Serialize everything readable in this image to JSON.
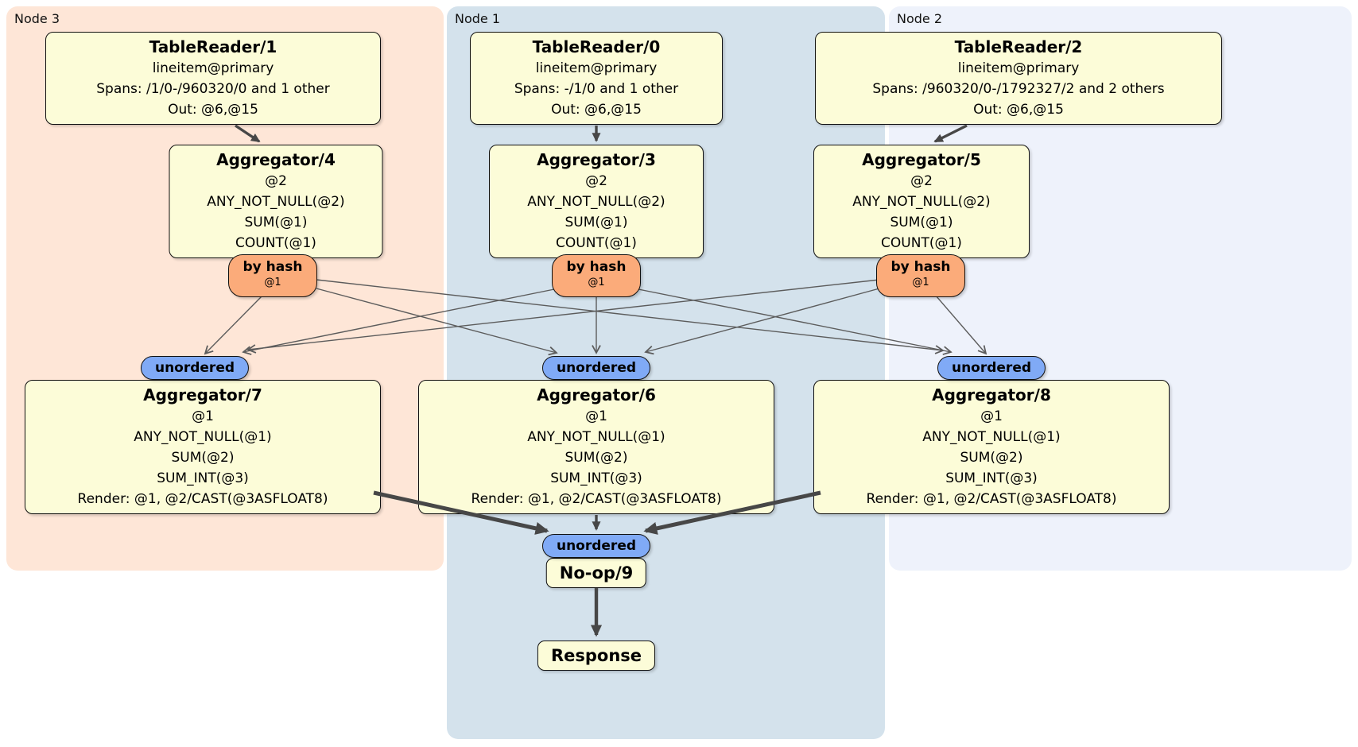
{
  "colors": {
    "node3_bg": "#fee6d7",
    "node1_bg": "#d4e2ec",
    "node2_bg": "#eef2fb",
    "box_bg": "#fcfcd8",
    "router_bg": "#fbab7a",
    "stream_bg": "#80aaf6",
    "edge_thin": "#5c5c5c",
    "edge_thick": "#474747"
  },
  "regions": {
    "node3": {
      "label": "Node 3"
    },
    "node1": {
      "label": "Node 1"
    },
    "node2": {
      "label": "Node 2"
    }
  },
  "processors": {
    "tr1": {
      "title": "TableReader/1",
      "lines": [
        "lineitem@primary",
        "Spans: /1/0-/960320/0 and 1 other",
        "Out: @6,@15"
      ]
    },
    "tr0": {
      "title": "TableReader/0",
      "lines": [
        "lineitem@primary",
        "Spans: -/1/0 and 1 other",
        "Out: @6,@15"
      ]
    },
    "tr2": {
      "title": "TableReader/2",
      "lines": [
        "lineitem@primary",
        "Spans: /960320/0-/1792327/2 and 2 others",
        "Out: @6,@15"
      ]
    },
    "agg4": {
      "title": "Aggregator/4",
      "lines": [
        "@2",
        "ANY_NOT_NULL(@2)",
        "SUM(@1)",
        "COUNT(@1)"
      ]
    },
    "agg3": {
      "title": "Aggregator/3",
      "lines": [
        "@2",
        "ANY_NOT_NULL(@2)",
        "SUM(@1)",
        "COUNT(@1)"
      ]
    },
    "agg5": {
      "title": "Aggregator/5",
      "lines": [
        "@2",
        "ANY_NOT_NULL(@2)",
        "SUM(@1)",
        "COUNT(@1)"
      ]
    },
    "agg7": {
      "title": "Aggregator/7",
      "lines": [
        "@1",
        "ANY_NOT_NULL(@1)",
        "SUM(@2)",
        "SUM_INT(@3)",
        "Render: @1, @2/CAST(@3ASFLOAT8)"
      ]
    },
    "agg6": {
      "title": "Aggregator/6",
      "lines": [
        "@1",
        "ANY_NOT_NULL(@1)",
        "SUM(@2)",
        "SUM_INT(@3)",
        "Render: @1, @2/CAST(@3ASFLOAT8)"
      ]
    },
    "agg8": {
      "title": "Aggregator/8",
      "lines": [
        "@1",
        "ANY_NOT_NULL(@1)",
        "SUM(@2)",
        "SUM_INT(@3)",
        "Render: @1, @2/CAST(@3ASFLOAT8)"
      ]
    },
    "noop": {
      "title": "No-op/9"
    },
    "response": {
      "title": "Response"
    }
  },
  "badges": {
    "by_hash": {
      "label": "by hash",
      "sub": "@1"
    },
    "unordered": {
      "label": "unordered"
    }
  }
}
